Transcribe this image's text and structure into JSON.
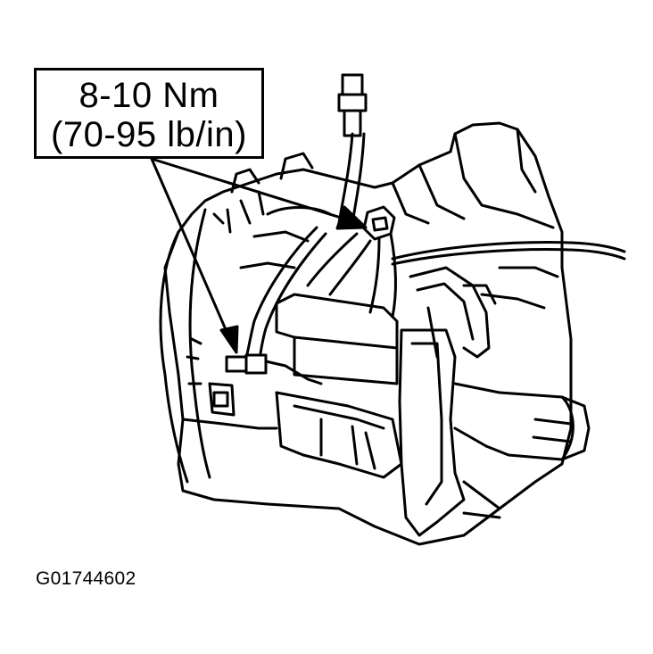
{
  "callout": {
    "torque_nm": "8-10 Nm",
    "torque_lbin": "(70-95 lb/in)"
  },
  "figure_id": "G01744602",
  "colors": {
    "ink": "#000000",
    "paper": "#ffffff"
  }
}
